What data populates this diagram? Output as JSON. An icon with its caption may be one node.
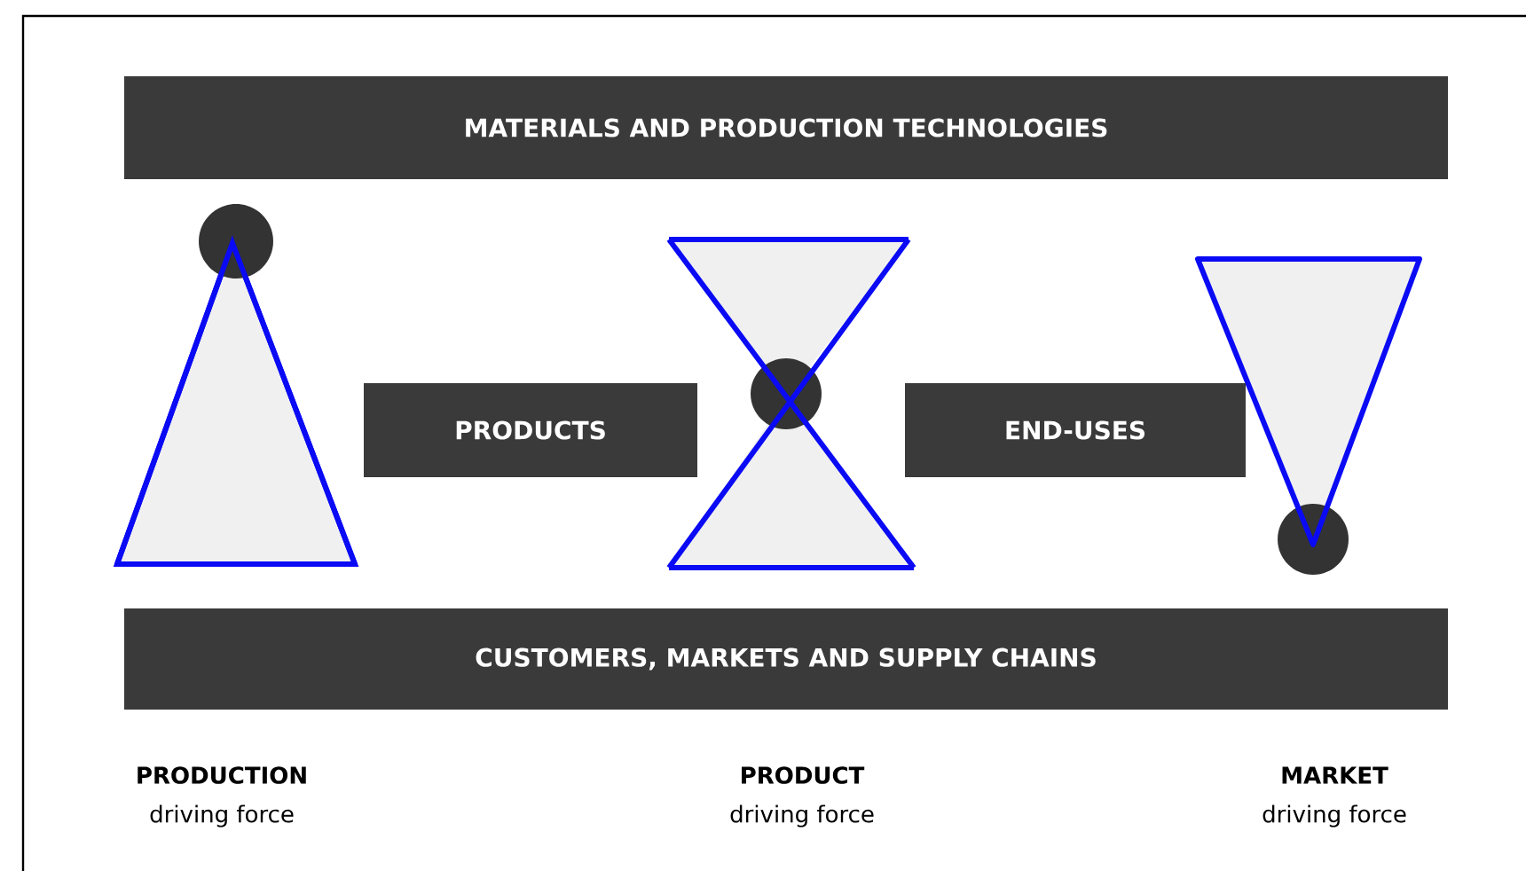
{
  "diagram": {
    "nodes": [
      {
        "text": [
          "MATERIALS AND PRODUCTION TECHNOLOGIES"
        ]
      },
      {
        "text": [
          "PRODUCTS"
        ]
      },
      {
        "text": [
          "END-USES"
        ]
      },
      {
        "text": [
          "CUSTOMERS, MARKETS AND SUPPLY CHAINS"
        ]
      }
    ],
    "labels": [
      "PRODUCTION",
      "driving force",
      "PRODUCT",
      "driving force",
      "MARKET",
      "driving force"
    ]
  }
}
